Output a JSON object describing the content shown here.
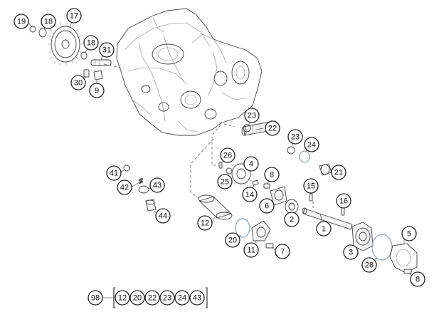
{
  "callouts": [
    {
      "id": "c19",
      "label": "19"
    },
    {
      "id": "c18a",
      "label": "18"
    },
    {
      "id": "c17",
      "label": "17"
    },
    {
      "id": "c18b",
      "label": "18"
    },
    {
      "id": "c31",
      "label": "31"
    },
    {
      "id": "c30",
      "label": "30"
    },
    {
      "id": "c9",
      "label": "9"
    },
    {
      "id": "c23a",
      "label": "23"
    },
    {
      "id": "c22",
      "label": "22"
    },
    {
      "id": "c23b",
      "label": "23"
    },
    {
      "id": "c24",
      "label": "24"
    },
    {
      "id": "c21",
      "label": "21"
    },
    {
      "id": "c26",
      "label": "26"
    },
    {
      "id": "c4",
      "label": "4"
    },
    {
      "id": "c25",
      "label": "25"
    },
    {
      "id": "c8a",
      "label": "8"
    },
    {
      "id": "c14",
      "label": "14"
    },
    {
      "id": "c15",
      "label": "15"
    },
    {
      "id": "c6",
      "label": "6"
    },
    {
      "id": "c16",
      "label": "16"
    },
    {
      "id": "c41",
      "label": "41"
    },
    {
      "id": "c42",
      "label": "42"
    },
    {
      "id": "c43",
      "label": "43"
    },
    {
      "id": "c44",
      "label": "44"
    },
    {
      "id": "c12",
      "label": "12"
    },
    {
      "id": "c2",
      "label": "2"
    },
    {
      "id": "c1",
      "label": "1"
    },
    {
      "id": "c20",
      "label": "20"
    },
    {
      "id": "c11",
      "label": "11"
    },
    {
      "id": "c7",
      "label": "7"
    },
    {
      "id": "c5",
      "label": "5"
    },
    {
      "id": "c3",
      "label": "3"
    },
    {
      "id": "c28",
      "label": "28"
    },
    {
      "id": "c8b",
      "label": "8"
    }
  ],
  "kit": {
    "main_label": "98",
    "items": [
      "12",
      "20",
      "22",
      "23",
      "24",
      "43"
    ]
  },
  "colors": {
    "line": "#444444",
    "seal": "#8fb3c8",
    "background": "#ffffff"
  }
}
